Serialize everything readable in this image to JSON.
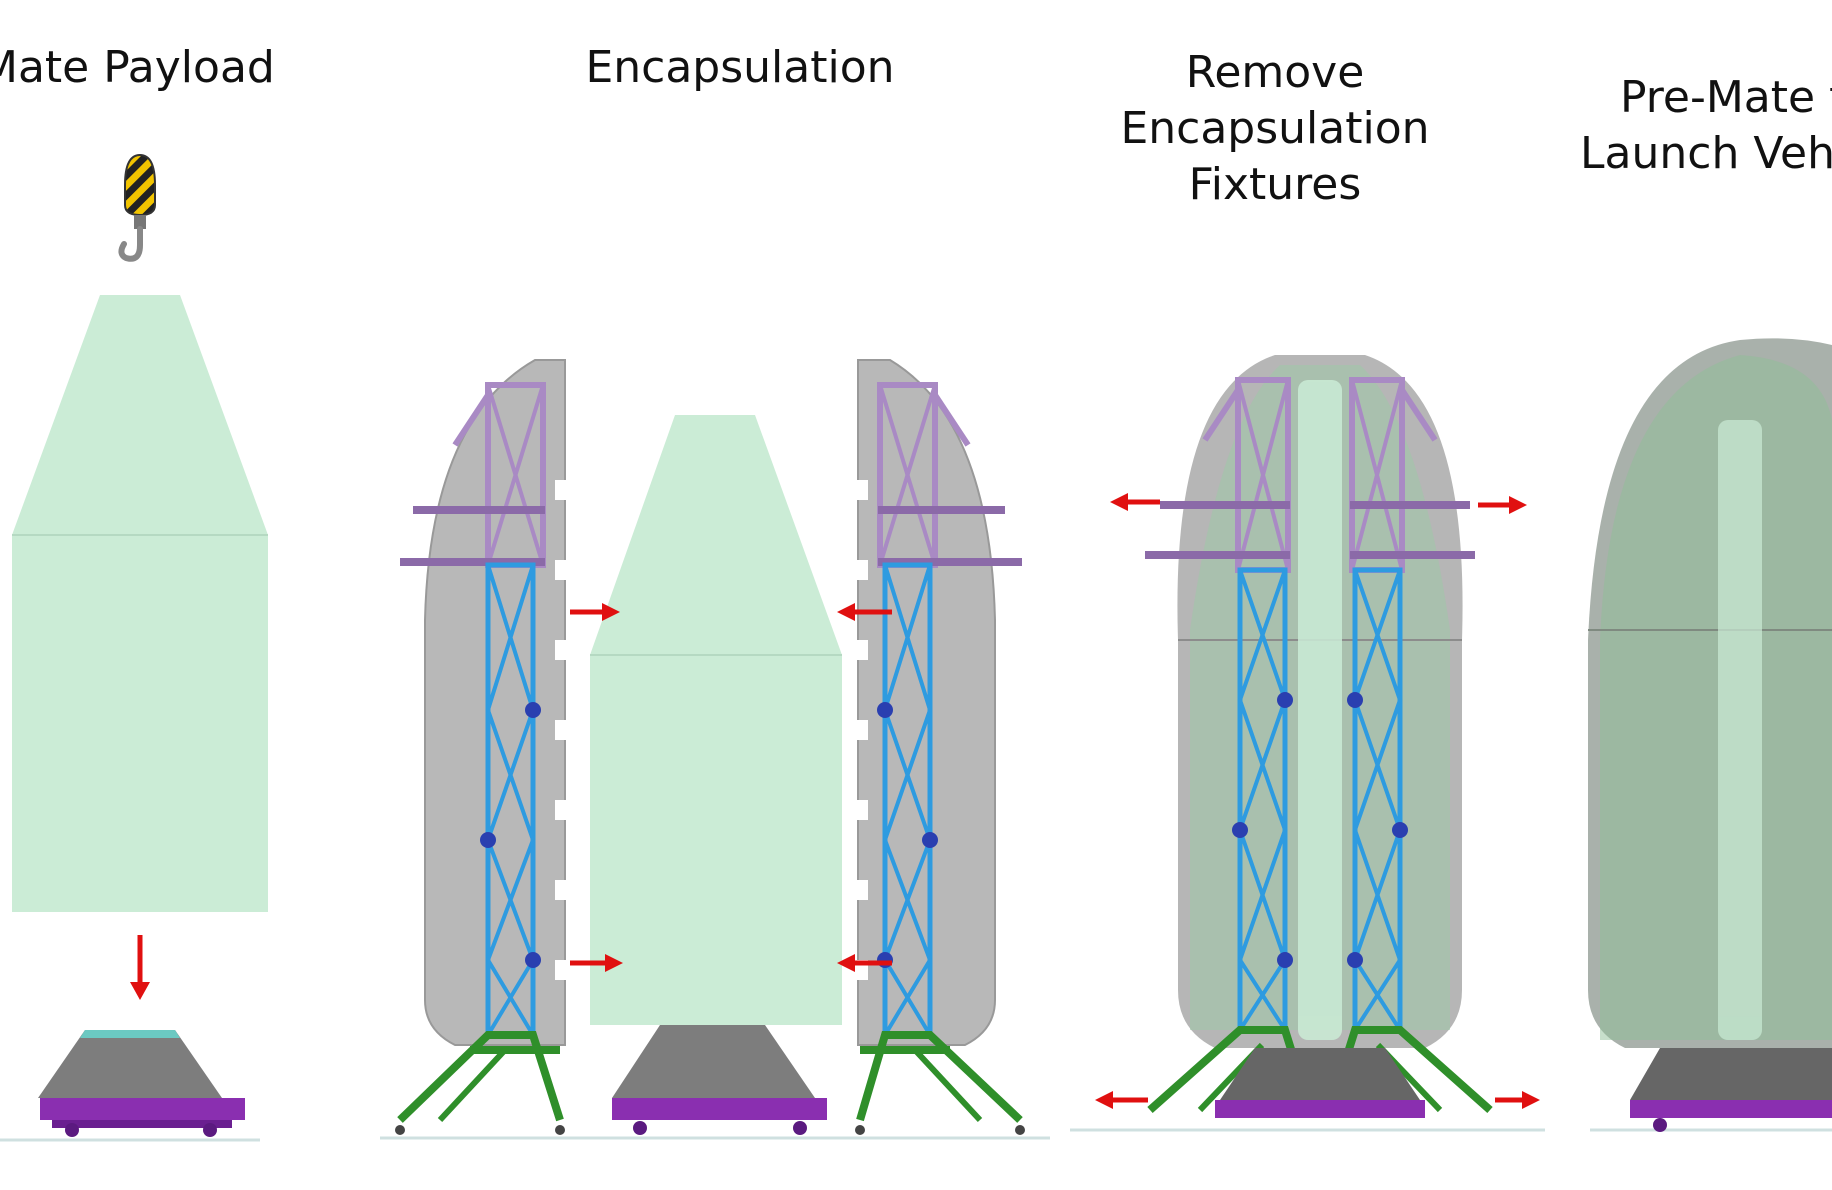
{
  "steps": [
    {
      "title_lines": [
        "Mate Payload"
      ]
    },
    {
      "title_lines": [
        "Encapsulation"
      ]
    },
    {
      "title_lines": [
        "Remove",
        "Encapsulation",
        "Fixtures"
      ]
    },
    {
      "title_lines": [
        "Pre-Mate t",
        "Launch Vehi"
      ]
    }
  ],
  "colors": {
    "payload_green": "#cbecd6",
    "fairing_gray": "#b8b8b8",
    "fairing_dark": "#9a9a9a",
    "truss_blue": "#2e9be0",
    "truss_node_blue": "#2a3fb0",
    "truss_purple": "#a98ac4",
    "stand_green": "#2f8f2a",
    "cart_purple": "#8a2fb0",
    "arrow_red": "#e01010",
    "hook_yellow": "#f2c400"
  },
  "icons": [
    "crane-hook-icon",
    "arrow-down-icon",
    "arrow-right-icon",
    "arrow-left-icon"
  ]
}
